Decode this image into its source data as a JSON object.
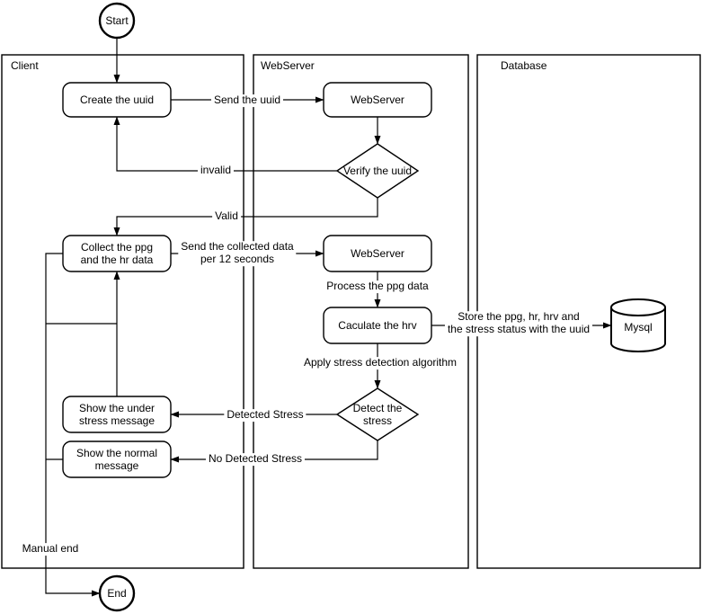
{
  "lanes": {
    "client": "Client",
    "webserver": "WebServer",
    "database": "Database"
  },
  "nodes": {
    "start": "Start",
    "end": "End",
    "create_uuid": "Create the uuid",
    "webserver_receive_uuid": "WebServer",
    "verify_uuid": "Verify the uuid",
    "collect_ppg_hr": [
      "Collect the ppg",
      "and the hr data"
    ],
    "webserver_receive_data": "WebServer",
    "calculate_hrv": "Caculate the hrv",
    "detect_stress": [
      "Detect the",
      "stress"
    ],
    "show_under_stress": [
      "Show the under",
      "stress message"
    ],
    "show_normal": [
      "Show the normal",
      "message"
    ],
    "mysql": "Mysql"
  },
  "edges": {
    "send_uuid": "Send the uuid",
    "invalid": "invalid",
    "valid": "Valid",
    "send_collected_data": [
      "Send the collected data",
      "per 12 seconds"
    ],
    "process_ppg": "Process the ppg data",
    "store_data": [
      "Store the ppg, hr, hrv and",
      "the stress status with the uuid"
    ],
    "apply_algorithm": "Apply stress detection algorithm",
    "detected_stress": "Detected Stress",
    "no_detected_stress": "No Detected Stress",
    "manual_end": "Manual end"
  },
  "colors": {
    "stroke": "#000000",
    "fill": "#ffffff",
    "text": "#000000",
    "background": "#ffffff"
  }
}
